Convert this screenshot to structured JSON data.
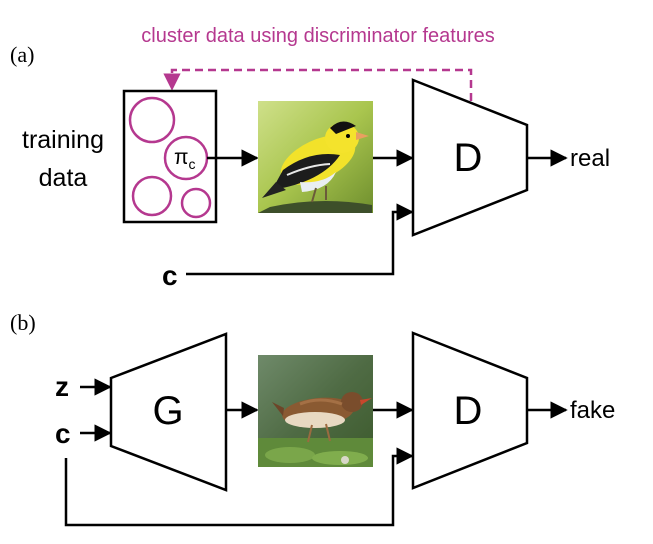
{
  "panel_a": {
    "label": "(a)",
    "cluster_caption": "cluster data using discriminator features",
    "training_data_line1": "training",
    "training_data_line2": "data",
    "pi_symbol": "π",
    "pi_subscript": "c",
    "discriminator_label": "D",
    "output_label": "real",
    "condition_label": "c"
  },
  "panel_b": {
    "label": "(b)",
    "z_label": "z",
    "c_label": "c",
    "generator_label": "G",
    "discriminator_label": "D",
    "output_label": "fake"
  },
  "colors": {
    "accent_magenta": "#b5388f",
    "stroke": "#000000"
  }
}
